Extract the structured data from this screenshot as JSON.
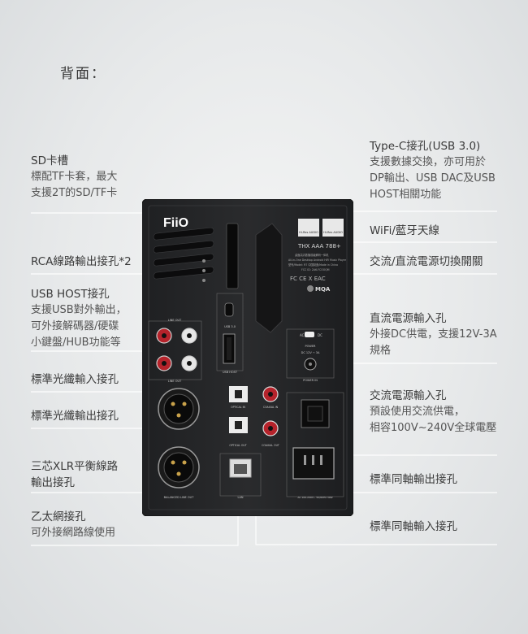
{
  "title": "背面：",
  "brand": "FiiO",
  "device_text": {
    "badge1": "Hi-Res AUDIO",
    "badge2": "Hi-Res AUDIO",
    "thx": "THX AAA 788+",
    "mqa": "MQA",
    "fcc": "FC CE X EAC",
    "spec_lines": [
      "桌面高清数播前级解码一体机",
      "All-in-One Desktop Android HiFi Music Player",
      "型号/Model: R7  中国制造/Made in China",
      "FCC ID: 2A6-FCOOQM"
    ]
  },
  "panel_labels": {
    "line_out": "LINE OUT",
    "usb30": "USB 3.0",
    "usb_host": "USB HOST",
    "ac": "AC",
    "dc": "DC",
    "power": "POWER",
    "dc_spec": "DC 12V ⎓ 3A",
    "power_in": "POWER IN",
    "optical_in": "OPTICAL IN",
    "coaxial_in": "COAXIAL IN",
    "optical_out": "OPTICAL OUT",
    "coaxial_out": "COAXIAL OUT",
    "balanced_out": "BALANCED  LINE OUT",
    "lan": "LAN",
    "ac_spec": "AC 100-240V~ 50/60Hz  30W"
  },
  "callouts_left": [
    {
      "heading": "SD卡槽",
      "lines": [
        "標配TF卡套，最大",
        "支援2T的SD/TF卡"
      ]
    },
    {
      "heading": "RCA線路輸出接孔*2",
      "lines": []
    },
    {
      "heading": "USB HOST接孔",
      "lines": [
        "支援USB對外輸出，",
        "可外接解碼器/硬碟",
        "小鍵盤/HUB功能等"
      ]
    },
    {
      "heading": "標準光纖輸入接孔",
      "lines": []
    },
    {
      "heading": "標準光纖輸出接孔",
      "lines": []
    },
    {
      "heading": "三芯XLR平衡線路",
      "lines": [
        "輸出接孔"
      ]
    },
    {
      "heading": "乙太網接孔",
      "lines": [
        "可外接網路線使用"
      ]
    }
  ],
  "callouts_right": [
    {
      "heading": "Type-C接孔(USB 3.0)",
      "lines": [
        "支援數據交換，亦可用於",
        "DP輸出、USB DAC及USB",
        "HOST相關功能"
      ]
    },
    {
      "heading": "WiFi/藍牙天線",
      "lines": []
    },
    {
      "heading": "交流/直流電源切換開關",
      "lines": []
    },
    {
      "heading": "直流電源輸入孔",
      "lines": [
        "外接DC供電，支援12V-3A",
        "規格"
      ]
    },
    {
      "heading": "交流電源輸入孔",
      "lines": [
        "預設使用交流供電，",
        "相容100V~240V全球電壓"
      ]
    },
    {
      "heading": "標準同軸輸出接孔",
      "lines": []
    },
    {
      "heading": "標準同軸輸入接孔",
      "lines": []
    }
  ]
}
